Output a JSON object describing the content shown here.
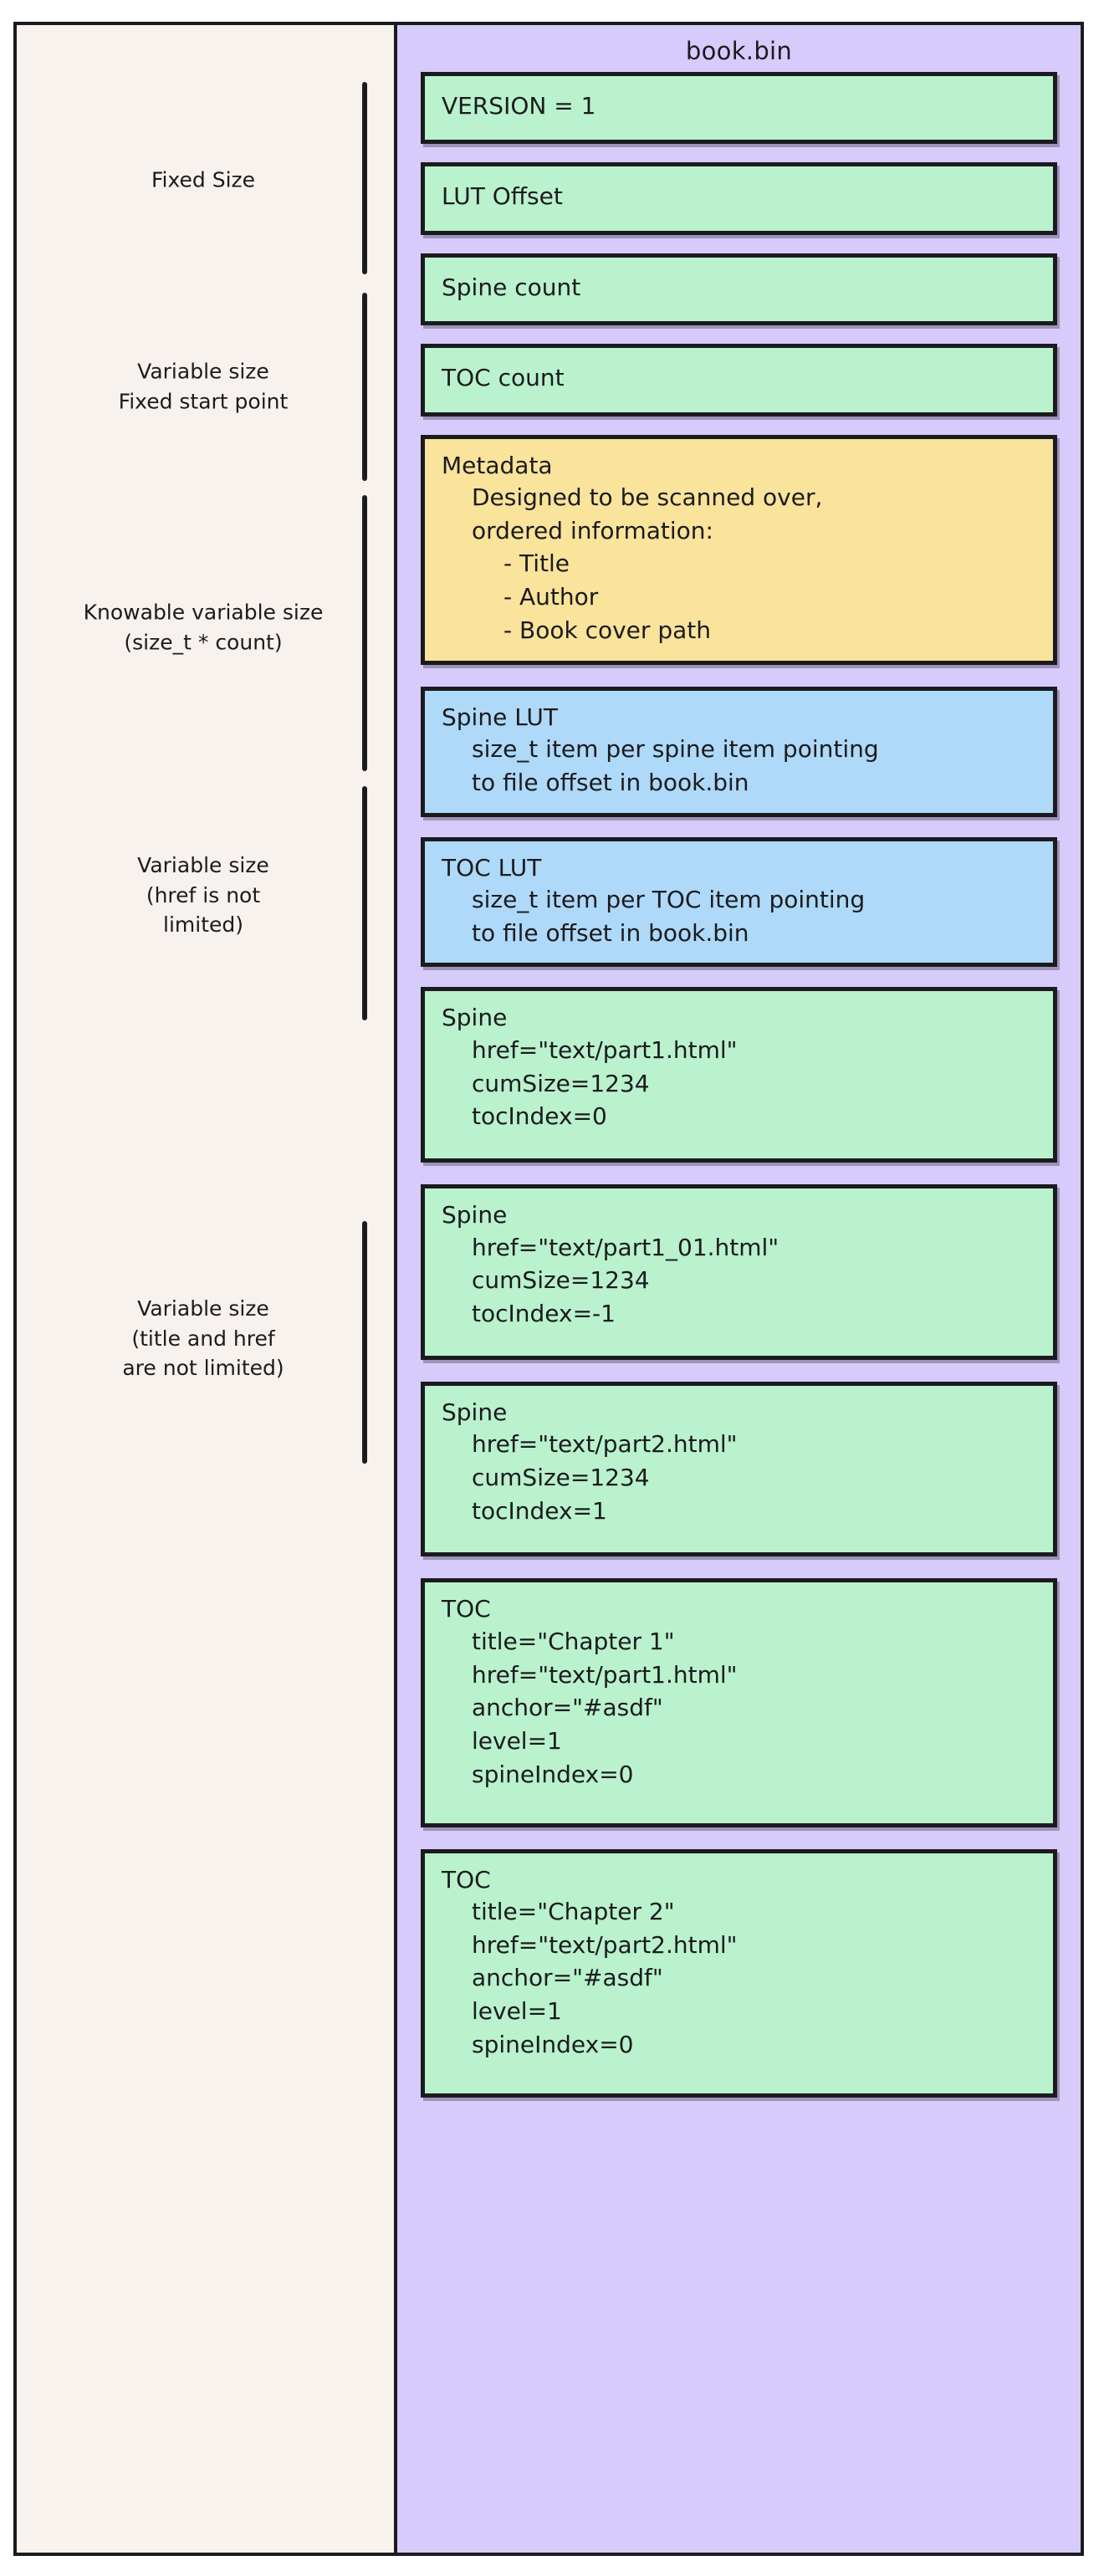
{
  "file": {
    "title": "book.bin"
  },
  "annotations": [
    {
      "id": "fixed-size",
      "lines": [
        "Fixed Size"
      ]
    },
    {
      "id": "variable-fixed-start",
      "lines": [
        "Variable size",
        "Fixed start point"
      ]
    },
    {
      "id": "knowable-variable",
      "lines": [
        "Knowable variable size",
        "(size_t * count)"
      ]
    },
    {
      "id": "variable-href",
      "lines": [
        "Variable size",
        "(href is not",
        "limited)"
      ]
    },
    {
      "id": "variable-title-href",
      "lines": [
        "Variable size",
        "(title and href",
        "are not limited)"
      ]
    }
  ],
  "blocks": [
    {
      "id": "version",
      "color": "green",
      "head": "VERSION = 1",
      "lines": []
    },
    {
      "id": "lut-offset",
      "color": "green",
      "head": "LUT Offset",
      "lines": []
    },
    {
      "id": "spine-count",
      "color": "green",
      "head": "Spine count",
      "lines": []
    },
    {
      "id": "toc-count",
      "color": "green",
      "head": "TOC count",
      "lines": []
    },
    {
      "id": "metadata",
      "color": "yellow",
      "head": "Metadata",
      "lines": [
        "Designed to be scanned over,",
        "ordered information:",
        "- Title",
        "- Author",
        "- Book cover path"
      ]
    },
    {
      "id": "spine-lut",
      "color": "blue",
      "head": "Spine LUT",
      "lines": [
        "size_t item per spine item pointing",
        "to file offset in book.bin"
      ]
    },
    {
      "id": "toc-lut",
      "color": "blue",
      "head": "TOC LUT",
      "lines": [
        "size_t item per TOC item pointing",
        "to file offset in book.bin"
      ]
    },
    {
      "id": "spine-1",
      "color": "green",
      "head": "Spine",
      "lines": [
        "href=\"text/part1.html\"",
        "cumSize=1234",
        "tocIndex=0"
      ]
    },
    {
      "id": "spine-2",
      "color": "green",
      "head": "Spine",
      "lines": [
        "href=\"text/part1_01.html\"",
        "cumSize=1234",
        "tocIndex=-1"
      ]
    },
    {
      "id": "spine-3",
      "color": "green",
      "head": "Spine",
      "lines": [
        "href=\"text/part2.html\"",
        "cumSize=1234",
        "tocIndex=1"
      ]
    },
    {
      "id": "toc-1",
      "color": "green",
      "head": "TOC",
      "lines": [
        "title=\"Chapter 1\"",
        "href=\"text/part1.html\"",
        "anchor=\"#asdf\"",
        "level=1",
        "spineIndex=0"
      ]
    },
    {
      "id": "toc-2",
      "color": "green",
      "head": "TOC",
      "lines": [
        "title=\"Chapter 2\"",
        "href=\"text/part2.html\"",
        "anchor=\"#asdf\"",
        "level=1",
        "spineIndex=0"
      ]
    }
  ],
  "colors": {
    "green": "#b9f2cd",
    "yellow": "#fae39a",
    "blue": "#aed9f8",
    "container": "#d7cbfb",
    "annotation_panel": "#f8f2ee",
    "stroke": "#1b1b1f"
  }
}
